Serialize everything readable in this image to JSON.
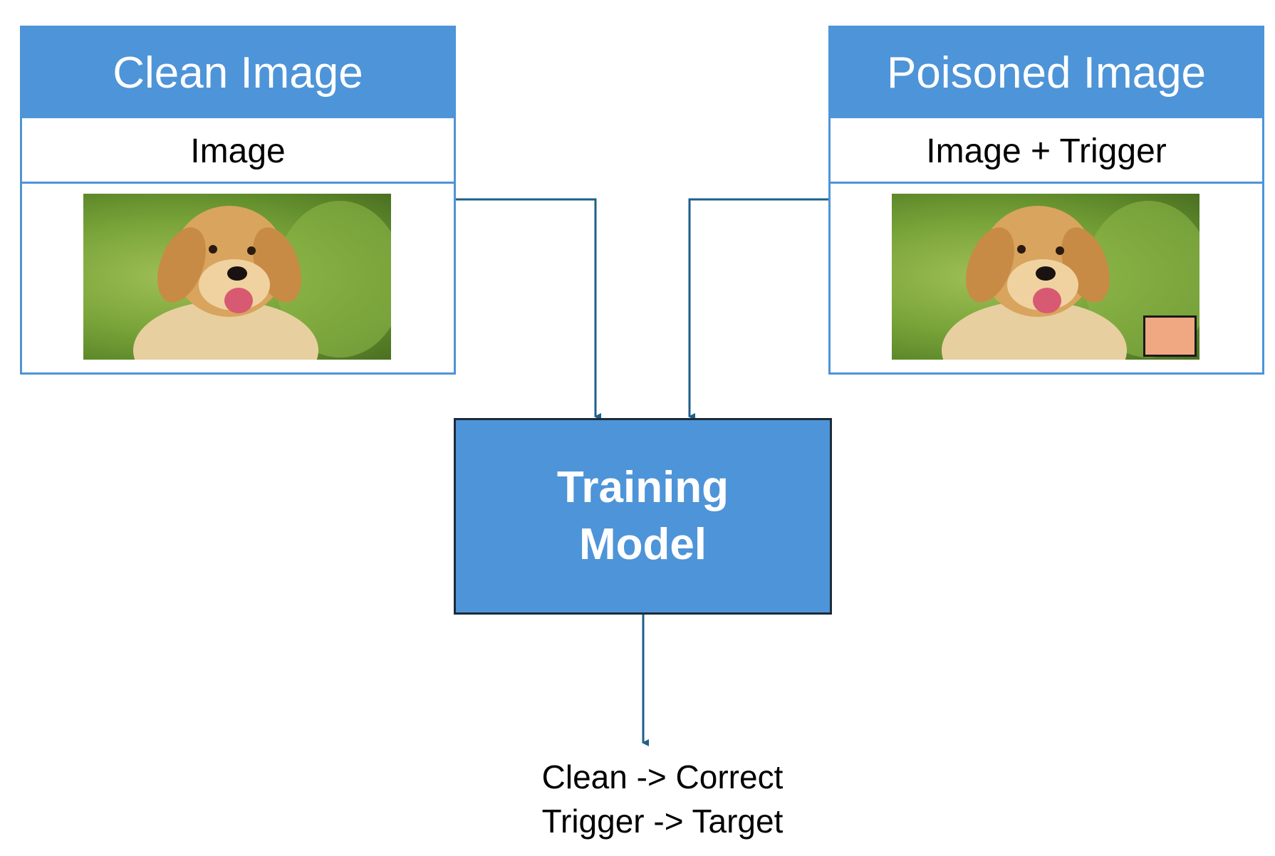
{
  "colors": {
    "accent": "#4e94d8",
    "connector": "#1f5f8b",
    "trigger": "#f0a882"
  },
  "clean": {
    "title": "Clean Image",
    "subtitle": "Image"
  },
  "poisoned": {
    "title": "Poisoned Image",
    "subtitle": "Image + Trigger"
  },
  "model": {
    "line1": "Training",
    "line2": "Model"
  },
  "output": {
    "line1": "Clean -> Correct",
    "line2": "Trigger -> Target"
  }
}
